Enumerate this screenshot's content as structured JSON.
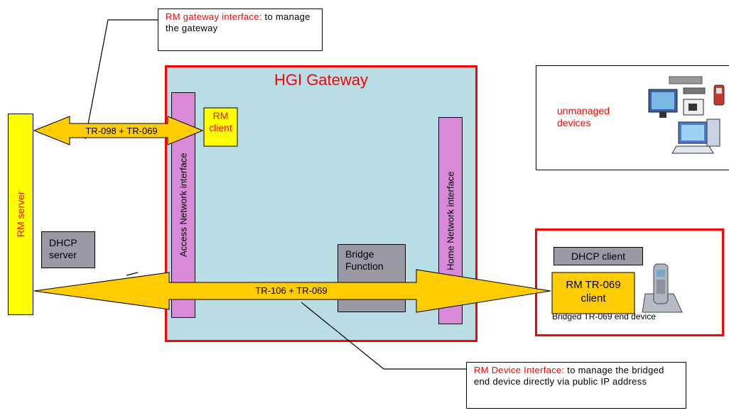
{
  "callouts": {
    "gateway_interface": {
      "prefix": "RM gateway interface:",
      "suffix": " to manage the gateway"
    },
    "device_interface": {
      "prefix": "RM Device Interface:",
      "suffix": " to manage the bridged end device directly via public IP address"
    }
  },
  "gateway": {
    "title": "HGI Gateway",
    "access_interface": "Access Network interface",
    "home_interface": "Home Network interface",
    "rm_client": "RM client",
    "bridge_function": "Bridge Function"
  },
  "rm_server": "RM server",
  "dhcp_server": "DHCP server",
  "arrows": {
    "top": "TR-098 + TR-069",
    "bottom": "TR-106 + TR-069"
  },
  "unmanaged": {
    "label": "unmanaged devices",
    "icons": [
      "monitor-icon",
      "set-top-box-icon",
      "mobile-phone-icon",
      "camera-icon",
      "desktop-computer-icon"
    ]
  },
  "bridged_device": {
    "dhcp_client": "DHCP client",
    "rm_tr069_client": "RM TR-069 client",
    "caption": "Bridged TR-069 end device",
    "icon": "cordless-phone-icon"
  },
  "colors": {
    "accent_red": "#ff0000",
    "gateway_fill": "#b8dde5",
    "rm_yellow": "#ffff00",
    "arrow_orange": "#ffcc00",
    "interface_pink": "#d88ad8",
    "grey_box": "#9a9aa6"
  }
}
